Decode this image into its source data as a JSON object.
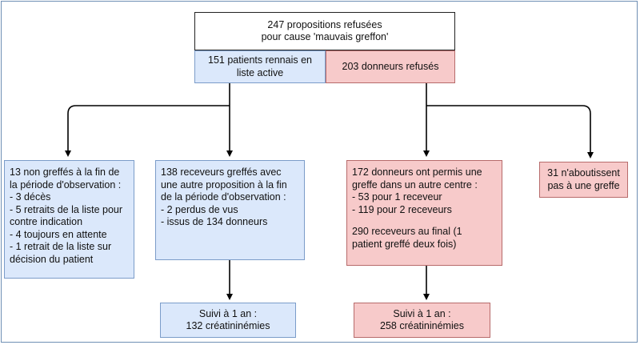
{
  "top": {
    "line1": "247 propositions refusées",
    "line2": "pour cause  'mauvais greffon'"
  },
  "patients": {
    "line1": "151 patients rennais en",
    "line2": "liste active"
  },
  "donors": {
    "label": "203 donneurs refusés"
  },
  "not_grafted": {
    "lines": [
      "13 non greffés à la fin de",
      "la période d'observation :",
      "- 3 décès",
      "- 5 retraits de la liste pour",
      "contre indication",
      "- 4 toujours en attente",
      "- 1 retrait de la liste sur",
      "décision du patient"
    ]
  },
  "grafted": {
    "lines": [
      "138 receveurs greffés avec",
      "une autre proposition à la fin",
      "de la période d'observation :",
      "- 2 perdus de vus",
      "- issus de 134 donneurs"
    ]
  },
  "donors_other": {
    "lines": [
      "172 donneurs ont permis une",
      "greffe dans un autre centre :",
      "- 53 pour 1 receveur",
      "- 119 pour 2 receveurs"
    ],
    "lines2": [
      "290 receveurs au final (1",
      "patient greffé deux fois)"
    ]
  },
  "no_graft": {
    "line1": "31 n'aboutissent",
    "line2": "pas à une greffe"
  },
  "followup_left": {
    "line1": "Suivi à 1 an :",
    "line2": "132 créatininémies"
  },
  "followup_right": {
    "line1": "Suivi à 1 an :",
    "line2": "258 créatininémies"
  },
  "colors": {
    "blue_fill": "#dbe8fb",
    "pink_fill": "#f7caca",
    "connector": "#000000"
  }
}
